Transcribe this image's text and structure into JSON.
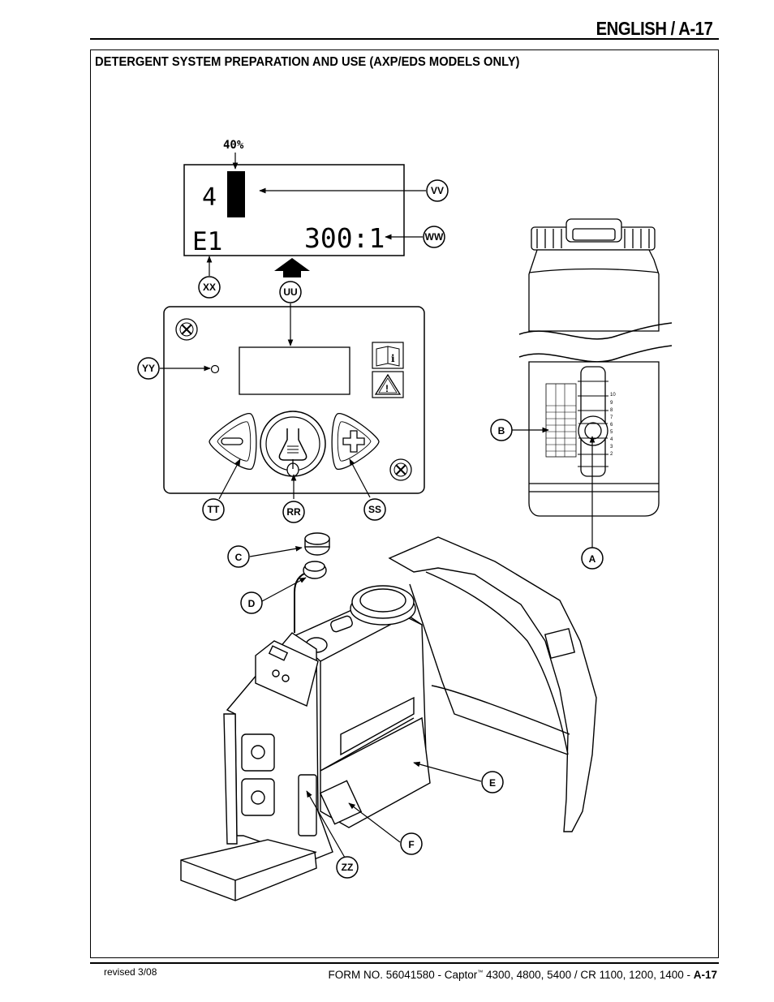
{
  "header": {
    "title": "ENGLISH / A-17"
  },
  "section": {
    "title": "DETERGENT SYSTEM PREPARATION AND USE (AXP/EDS MODELS ONLY)"
  },
  "display": {
    "percent_label": "40%",
    "level_number": "4",
    "error_code": "E1",
    "ratio": "300:1",
    "bar_fill_fraction": 0.4
  },
  "callouts": {
    "vv": "VV",
    "ww": "WW",
    "xx": "XX",
    "uu": "UU",
    "yy": "YY",
    "tt": "TT",
    "rr": "RR",
    "ss": "SS",
    "a": "A",
    "b": "B",
    "c": "C",
    "d": "D",
    "e": "E",
    "f": "F",
    "zz": "ZZ"
  },
  "footer": {
    "revised": "revised 3/08",
    "form_prefix": "FORM NO. 56041580 - Captor",
    "tm": "™",
    "form_models": " 4300, 4800, 5400 / CR 1100, 1200, 1400 - ",
    "page": "A-17"
  }
}
